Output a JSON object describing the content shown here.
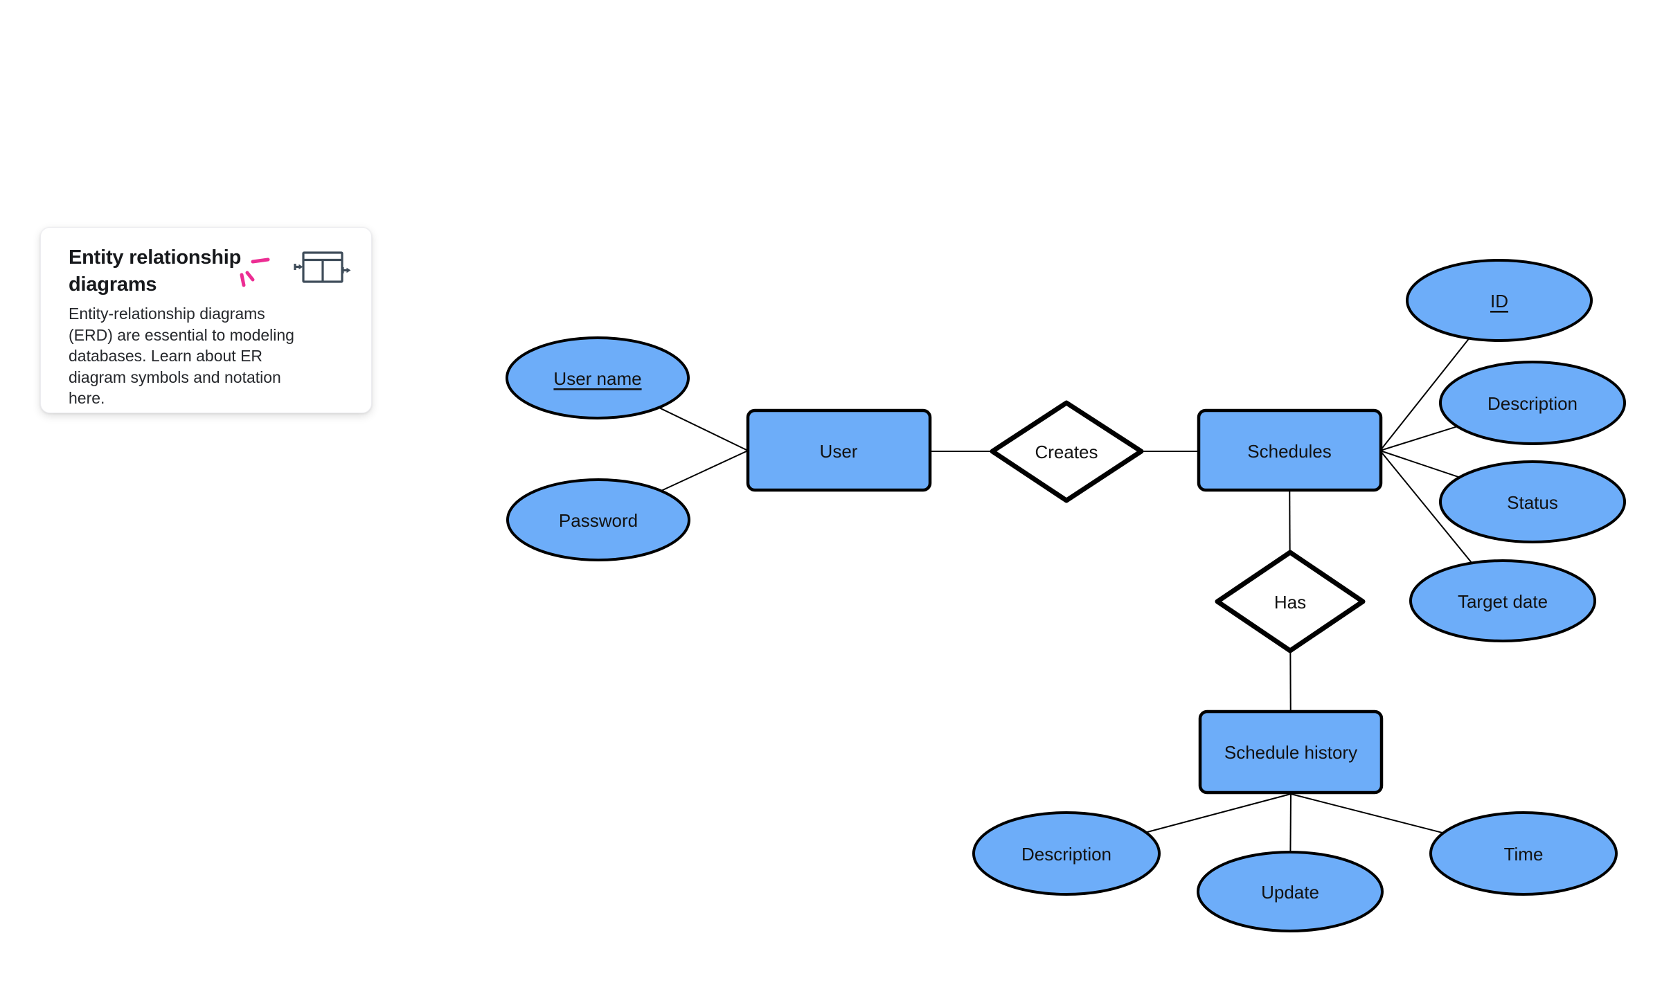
{
  "card": {
    "title_lines": [
      "Entity relationship",
      "diagrams"
    ],
    "body_lines": [
      "Entity-relationship diagrams",
      "(ERD) are essential to modeling",
      "databases. Learn about ER",
      "diagram symbols and notation",
      "here."
    ]
  },
  "icons": {
    "card_icon": "table-columns-icon",
    "title_accent": "click-sparkle-icon"
  },
  "colors": {
    "node_fill": "#6DADF9",
    "node_stroke": "#000000",
    "connector": "#000000",
    "sparkle_pink": "#EC2D93",
    "icon_stroke": "#3E4C59",
    "card_bg": "#FFFFFF"
  },
  "diagram": {
    "nodes": {
      "user_name": {
        "label": "User name",
        "type": "attribute",
        "key": true,
        "decoration": "underline"
      },
      "password": {
        "label": "Password",
        "type": "attribute"
      },
      "user": {
        "label": "User",
        "type": "entity"
      },
      "creates": {
        "label": "Creates",
        "type": "relationship"
      },
      "schedules": {
        "label": "Schedules",
        "type": "entity"
      },
      "id": {
        "label": "ID",
        "type": "attribute",
        "key": true,
        "decoration": "underline"
      },
      "description": {
        "label": "Description",
        "type": "attribute"
      },
      "status": {
        "label": "Status",
        "type": "attribute"
      },
      "target_date": {
        "label": "Target date",
        "type": "attribute"
      },
      "has": {
        "label": "Has",
        "type": "relationship"
      },
      "schedule_history": {
        "label": "Schedule history",
        "type": "entity"
      },
      "description_2": {
        "label": "Description",
        "type": "attribute"
      },
      "update": {
        "label": "Update",
        "type": "attribute"
      },
      "time": {
        "label": "Time",
        "type": "attribute"
      }
    }
  }
}
